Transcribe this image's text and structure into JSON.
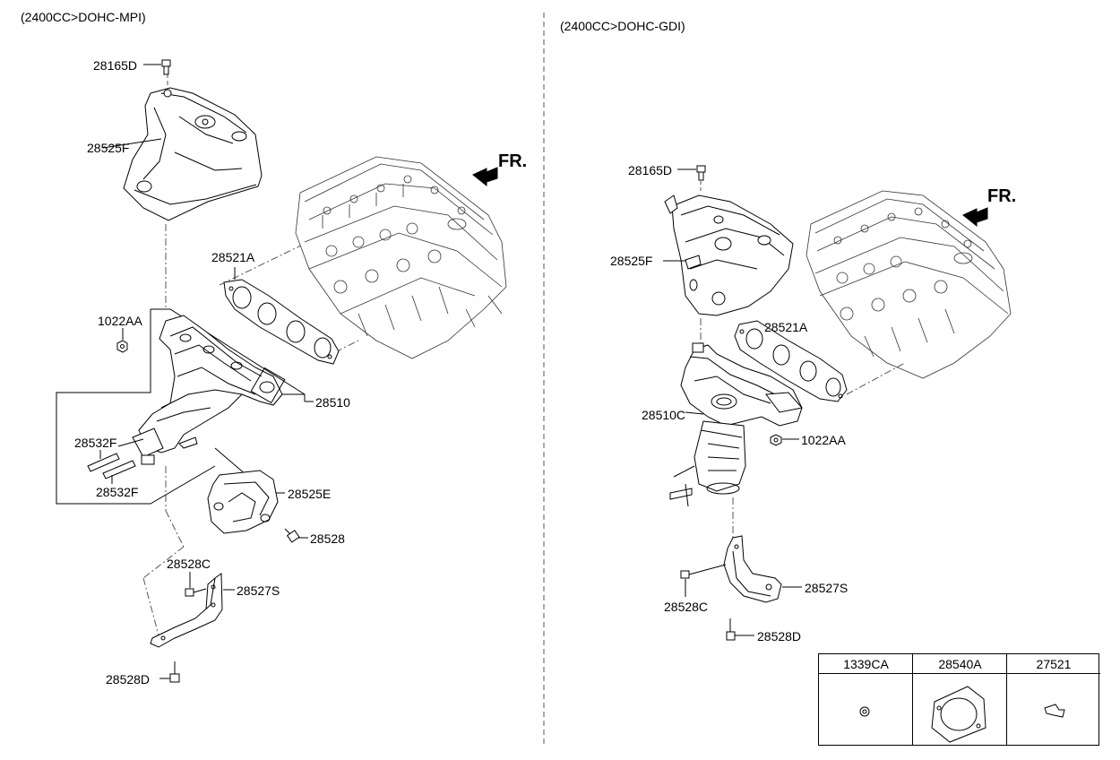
{
  "variants": {
    "left": {
      "title": "(2400CC>DOHC-MPI)",
      "fr": "FR.",
      "labels": {
        "bolt_top": "28165D",
        "heat_shield_upper": "28525F",
        "gasket": "28521A",
        "nut": "1022AA",
        "manifold": "28510",
        "stud_a": "28532F",
        "stud_b": "28532F",
        "heat_shield_lower": "28525E",
        "bolt_lower": "28528",
        "bolt_c": "28528C",
        "bracket": "28527S",
        "bolt_d": "28528D"
      }
    },
    "right": {
      "title": "(2400CC>DOHC-GDI)",
      "fr": "FR.",
      "labels": {
        "bolt_top": "28165D",
        "heat_shield_upper": "28525F",
        "gasket": "28521A",
        "manifold": "28510C",
        "nut": "1022AA",
        "bracket": "28527S",
        "bolt_c": "28528C",
        "bolt_d": "28528D"
      }
    }
  },
  "parts_table": {
    "columns": [
      "1339CA",
      "28540A",
      "27521"
    ]
  }
}
